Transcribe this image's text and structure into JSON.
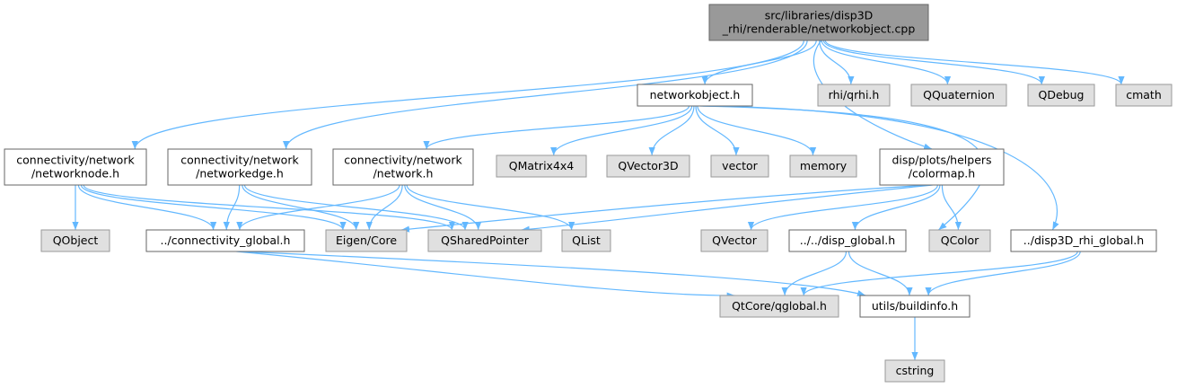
{
  "colors": {
    "edge": "#63b8ff",
    "root_fill": "#999999",
    "root_stroke": "#666666",
    "doc_fill": "#ffffff",
    "doc_stroke": "#666666",
    "ext_fill": "#e0e0e0",
    "ext_stroke": "#999999"
  },
  "nodes": {
    "root": {
      "lines": [
        "src/libraries/disp3D",
        "_rhi/renderable/networkobject.cpp"
      ],
      "kind": "root"
    },
    "networkobject_h": {
      "lines": [
        "networkobject.h"
      ],
      "kind": "doc"
    },
    "rhi_qrhi_h": {
      "lines": [
        "rhi/qrhi.h"
      ],
      "kind": "ext"
    },
    "qquaternion": {
      "lines": [
        "QQuaternion"
      ],
      "kind": "ext"
    },
    "qdebug": {
      "lines": [
        "QDebug"
      ],
      "kind": "ext"
    },
    "cmath": {
      "lines": [
        "cmath"
      ],
      "kind": "ext"
    },
    "networknode_h": {
      "lines": [
        "connectivity/network",
        "/networknode.h"
      ],
      "kind": "doc"
    },
    "networkedge_h": {
      "lines": [
        "connectivity/network",
        "/networkedge.h"
      ],
      "kind": "doc"
    },
    "network_h": {
      "lines": [
        "connectivity/network",
        "/network.h"
      ],
      "kind": "doc"
    },
    "qmatrix4x4": {
      "lines": [
        "QMatrix4x4"
      ],
      "kind": "ext"
    },
    "qvector3d": {
      "lines": [
        "QVector3D"
      ],
      "kind": "ext"
    },
    "vector": {
      "lines": [
        "vector"
      ],
      "kind": "ext"
    },
    "memory": {
      "lines": [
        "memory"
      ],
      "kind": "ext"
    },
    "colormap_h": {
      "lines": [
        "disp/plots/helpers",
        "/colormap.h"
      ],
      "kind": "doc"
    },
    "qobject": {
      "lines": [
        "QObject"
      ],
      "kind": "ext"
    },
    "connectivity_global_h": {
      "lines": [
        "../connectivity_global.h"
      ],
      "kind": "doc"
    },
    "eigen_core": {
      "lines": [
        "Eigen/Core"
      ],
      "kind": "ext"
    },
    "qsharedpointer": {
      "lines": [
        "QSharedPointer"
      ],
      "kind": "ext"
    },
    "qlist": {
      "lines": [
        "QList"
      ],
      "kind": "ext"
    },
    "qvector": {
      "lines": [
        "QVector"
      ],
      "kind": "ext"
    },
    "disp_global_h": {
      "lines": [
        "../../disp_global.h"
      ],
      "kind": "doc"
    },
    "qcolor": {
      "lines": [
        "QColor"
      ],
      "kind": "ext"
    },
    "disp3d_rhi_global_h": {
      "lines": [
        "../disp3D_rhi_global.h"
      ],
      "kind": "doc"
    },
    "qtcore_qglobal_h": {
      "lines": [
        "QtCore/qglobal.h"
      ],
      "kind": "ext"
    },
    "utils_buildinfo_h": {
      "lines": [
        "utils/buildinfo.h"
      ],
      "kind": "doc"
    },
    "cstring": {
      "lines": [
        "cstring"
      ],
      "kind": "ext"
    }
  },
  "edges": [
    [
      "root",
      "networkobject_h"
    ],
    [
      "root",
      "rhi_qrhi_h"
    ],
    [
      "root",
      "qquaternion"
    ],
    [
      "root",
      "qdebug"
    ],
    [
      "root",
      "cmath"
    ],
    [
      "root",
      "networknode_h"
    ],
    [
      "root",
      "networkedge_h"
    ],
    [
      "root",
      "colormap_h"
    ],
    [
      "networkobject_h",
      "network_h"
    ],
    [
      "networkobject_h",
      "qmatrix4x4"
    ],
    [
      "networkobject_h",
      "qvector3d"
    ],
    [
      "networkobject_h",
      "vector"
    ],
    [
      "networkobject_h",
      "memory"
    ],
    [
      "networkobject_h",
      "qcolor"
    ],
    [
      "networkobject_h",
      "disp3d_rhi_global_h"
    ],
    [
      "networknode_h",
      "qobject"
    ],
    [
      "networknode_h",
      "connectivity_global_h"
    ],
    [
      "networknode_h",
      "eigen_core"
    ],
    [
      "networknode_h",
      "qsharedpointer"
    ],
    [
      "networkedge_h",
      "connectivity_global_h"
    ],
    [
      "networkedge_h",
      "eigen_core"
    ],
    [
      "networkedge_h",
      "qsharedpointer"
    ],
    [
      "network_h",
      "connectivity_global_h"
    ],
    [
      "network_h",
      "eigen_core"
    ],
    [
      "network_h",
      "qsharedpointer"
    ],
    [
      "network_h",
      "qlist"
    ],
    [
      "colormap_h",
      "eigen_core"
    ],
    [
      "colormap_h",
      "qsharedpointer"
    ],
    [
      "colormap_h",
      "qvector"
    ],
    [
      "colormap_h",
      "disp_global_h"
    ],
    [
      "colormap_h",
      "qcolor"
    ],
    [
      "connectivity_global_h",
      "qtcore_qglobal_h"
    ],
    [
      "connectivity_global_h",
      "utils_buildinfo_h"
    ],
    [
      "disp_global_h",
      "qtcore_qglobal_h"
    ],
    [
      "disp_global_h",
      "utils_buildinfo_h"
    ],
    [
      "disp3d_rhi_global_h",
      "qtcore_qglobal_h"
    ],
    [
      "disp3d_rhi_global_h",
      "utils_buildinfo_h"
    ],
    [
      "utils_buildinfo_h",
      "cstring"
    ]
  ]
}
